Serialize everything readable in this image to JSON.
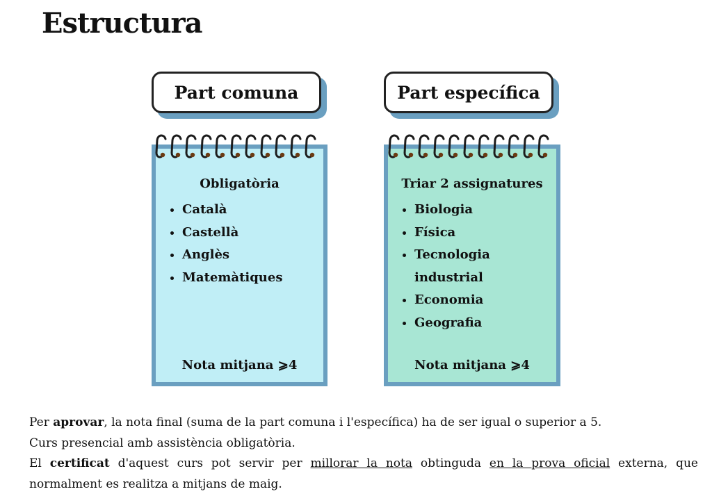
{
  "title": "Estructura",
  "left": {
    "header": "Part comuna",
    "subtitle": "Obligatòria",
    "items": [
      "Català",
      "Castellà",
      "Anglès",
      "Matemàtiques"
    ],
    "footer": "Nota mitjana ⩾4",
    "color": "#c0eef6"
  },
  "right": {
    "header": "Part específica",
    "subtitle": "Triar 2 assignatures",
    "items": [
      "Biologia",
      "Física",
      "Tecnologia industrial",
      "Economia",
      "Geografia"
    ],
    "footer": "Nota mitjana ⩾4",
    "color": "#a8e6d4"
  },
  "text": {
    "l1a": "Per ",
    "l1b": "aprovar",
    "l1c": ", la nota final (suma de la part comuna i l'específica) ha de ser igual o superior a 5.",
    "l2": "Curs presencial amb assistència obligatòria.",
    "l3a": "El ",
    "l3b": "certificat",
    "l3c": " d'aquest curs pot servir per ",
    "l3d": "millorar la nota",
    "l3e": " obtinguda ",
    "l3f": "en la prova oficial",
    "l3g": " externa, que normalment es realitza a mitjans de maig."
  }
}
